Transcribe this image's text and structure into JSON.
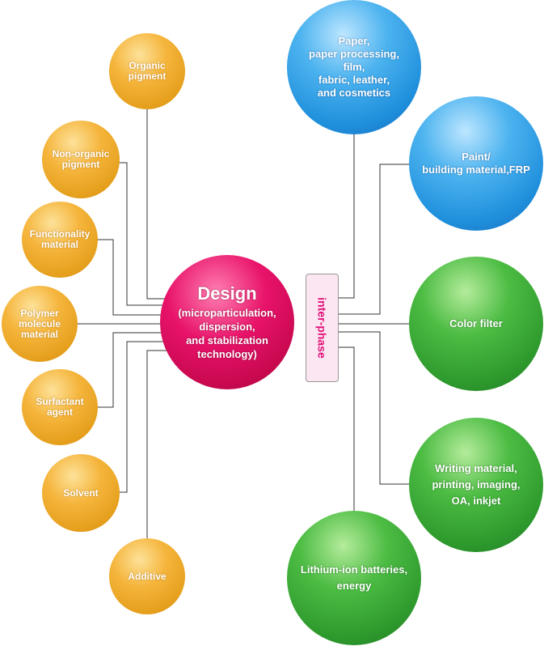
{
  "center": {
    "title": "Design",
    "subtitle": "(microparticulation,\ndispersion,\nand stabilization\ntechnology)"
  },
  "interphase_label": "inter-phase",
  "inputs": [
    {
      "id": "organic-pigment",
      "label": "Organic\npigment"
    },
    {
      "id": "non-organic-pigment",
      "label": "Non-organic\npigment"
    },
    {
      "id": "functionality-material",
      "label": "Functionality\nmaterial"
    },
    {
      "id": "polymer-molecule-material",
      "label": "Polymer\nmolecule\nmaterial"
    },
    {
      "id": "surfactant-agent",
      "label": "Surfactant\nagent"
    },
    {
      "id": "solvent",
      "label": "Solvent"
    },
    {
      "id": "additive",
      "label": "Additive"
    }
  ],
  "applications": [
    {
      "id": "paper",
      "label": "Paper,\npaper processing,\nfilm,\nfabric, leather,\nand cosmetics"
    },
    {
      "id": "paint",
      "label": "Paint/\nbuilding material,FRP"
    },
    {
      "id": "color-filter",
      "label": "Color filter"
    },
    {
      "id": "writing-material",
      "label": "Writing material,\nprinting, imaging,\nOA, inkjet"
    },
    {
      "id": "lithium-ion",
      "label": "Lithium-ion batteries,\nenergy"
    }
  ],
  "colors": {
    "inputs": "#f0a928",
    "applications_blue": "#2a97e0",
    "applications_green": "#36a534",
    "center": "#d90d5d",
    "interphase_text": "#e2127a",
    "connector": "#333333"
  }
}
